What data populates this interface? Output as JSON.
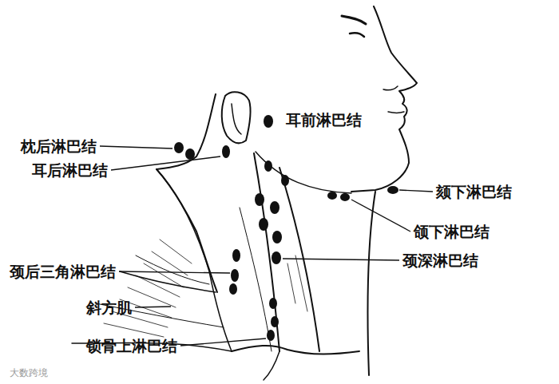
{
  "diagram": {
    "labels": [
      "耳前淋巴结",
      "枕后淋巴结",
      "耳后淋巴结",
      "颏下淋巴结",
      "颌下淋巴结",
      "颈深淋巴结",
      "颈后三角淋巴结",
      "斜方肌",
      "锁骨上淋巴结",
      "大数跨境"
    ]
  }
}
